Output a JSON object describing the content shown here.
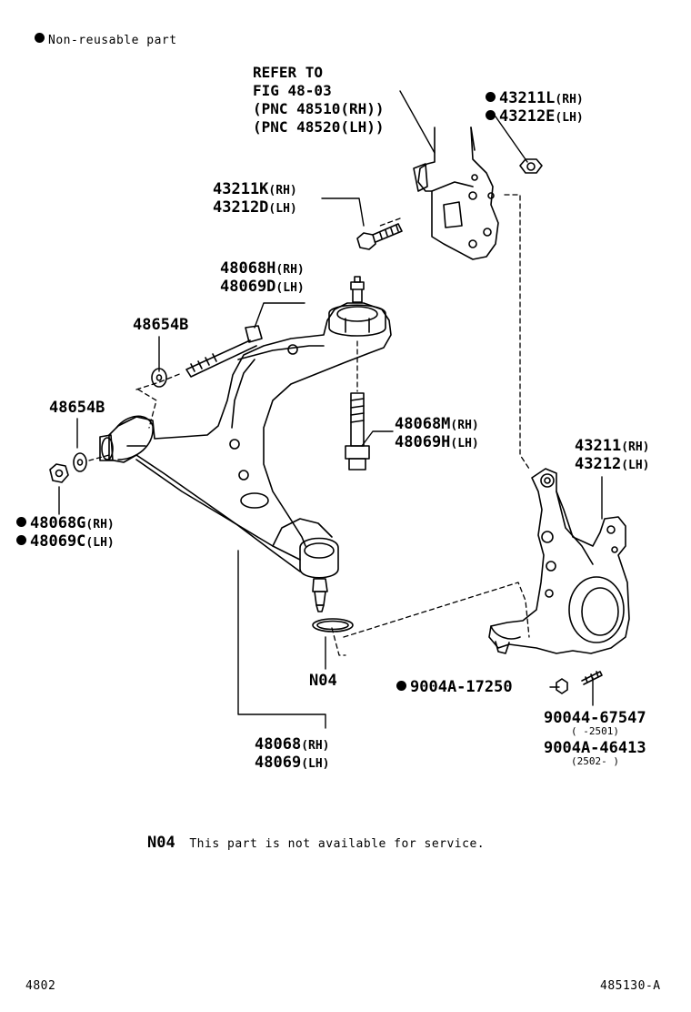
{
  "legend": {
    "text": "Non-reusable part"
  },
  "refer": {
    "line1": "REFER TO",
    "line2": "FIG 48-03",
    "line3": "(PNC 48510(RH))",
    "line4": "(PNC 48520(LH))"
  },
  "parts": {
    "p43211L": {
      "num": "43211L",
      "side": "(RH)"
    },
    "p43212E": {
      "num": "43212E",
      "side": "(LH)"
    },
    "p43211K": {
      "num": "43211K",
      "side": "(RH)"
    },
    "p43212D": {
      "num": "43212D",
      "side": "(LH)"
    },
    "p48068H": {
      "num": "48068H",
      "side": "(RH)"
    },
    "p48069D": {
      "num": "48069D",
      "side": "(LH)"
    },
    "p48654B_a": {
      "num": "48654B"
    },
    "p48654B_b": {
      "num": "48654B"
    },
    "p48068M": {
      "num": "48068M",
      "side": "(RH)"
    },
    "p48069H": {
      "num": "48069H",
      "side": "(LH)"
    },
    "p43211": {
      "num": "43211",
      "side": "(RH)"
    },
    "p43212": {
      "num": "43212",
      "side": "(LH)"
    },
    "p48068G": {
      "num": "48068G",
      "side": "(RH)"
    },
    "p48069C": {
      "num": "48069C",
      "side": "(LH)"
    },
    "pN04": {
      "num": "N04"
    },
    "p9004A17250": {
      "num": "9004A-17250"
    },
    "p9004467547": {
      "num": "90044-67547",
      "range": "(     -2501)"
    },
    "p9004A46413": {
      "num": "9004A-46413",
      "range": "(2502-     )"
    },
    "p48068": {
      "num": "48068",
      "side": "(RH)"
    },
    "p48069": {
      "num": "48069",
      "side": "(LH)"
    }
  },
  "note": {
    "code": "N04",
    "text": "This part is not available for service."
  },
  "footer": {
    "left": "4802",
    "right": "485130-A"
  },
  "colors": {
    "ink": "#000000",
    "paper": "#ffffff"
  }
}
